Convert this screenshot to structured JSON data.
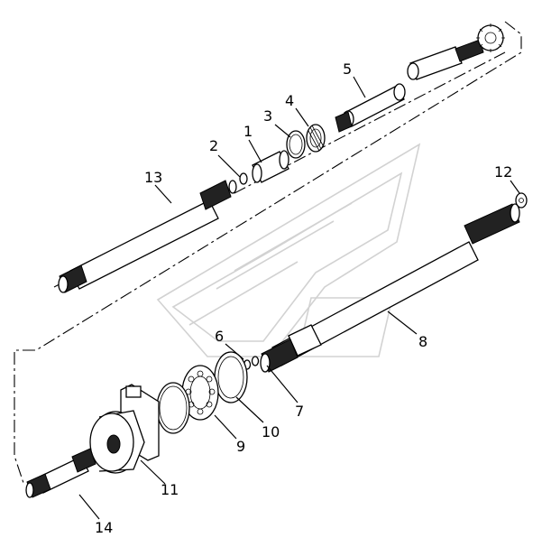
{
  "diagram": {
    "callouts": [
      {
        "id": "1",
        "text": "1"
      },
      {
        "id": "2",
        "text": "2"
      },
      {
        "id": "3",
        "text": "3"
      },
      {
        "id": "4",
        "text": "4"
      },
      {
        "id": "5",
        "text": "5"
      },
      {
        "id": "6",
        "text": "6"
      },
      {
        "id": "7",
        "text": "7"
      },
      {
        "id": "8",
        "text": "8"
      },
      {
        "id": "9",
        "text": "9"
      },
      {
        "id": "10",
        "text": "10"
      },
      {
        "id": "11",
        "text": "11"
      },
      {
        "id": "12",
        "text": "12"
      },
      {
        "id": "13",
        "text": "13"
      },
      {
        "id": "14",
        "text": "14"
      }
    ]
  }
}
